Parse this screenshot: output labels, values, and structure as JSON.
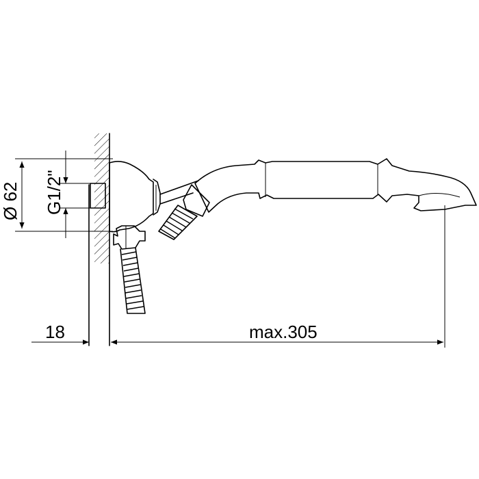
{
  "labels": {
    "diameter": "Ø 62",
    "thread": "G1/2\"",
    "wall_offset": "18",
    "max_length": "max.305"
  },
  "colors": {
    "line": "#000000",
    "background": "#ffffff"
  }
}
